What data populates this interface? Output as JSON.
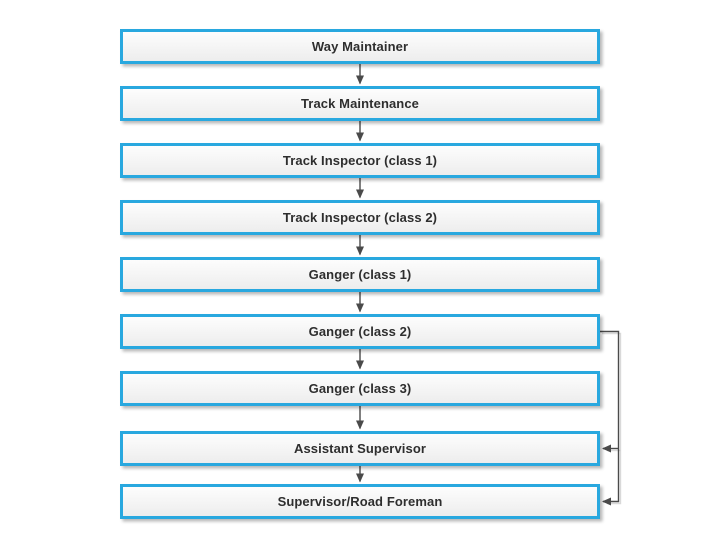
{
  "diagram": {
    "type": "flowchart",
    "direction": "top-down",
    "title": "",
    "nodes": [
      {
        "id": "way-maintainer",
        "label": "Way Maintainer"
      },
      {
        "id": "track-maintenance",
        "label": "Track Maintenance"
      },
      {
        "id": "track-inspector-class-1",
        "label": "Track Inspector (class 1)"
      },
      {
        "id": "track-inspector-class-2",
        "label": "Track Inspector (class 2)"
      },
      {
        "id": "ganger-class-1",
        "label": "Ganger (class 1)"
      },
      {
        "id": "ganger-class-2",
        "label": "Ganger (class 2)"
      },
      {
        "id": "ganger-class-3",
        "label": "Ganger (class 3)"
      },
      {
        "id": "assistant-supervisor",
        "label": "Assistant Supervisor"
      },
      {
        "id": "supervisor-road-foreman",
        "label": "Supervisor/Road Foreman"
      }
    ],
    "edges": [
      {
        "from": "way-maintainer",
        "to": "track-maintenance",
        "style": "straight-down-arrow"
      },
      {
        "from": "track-maintenance",
        "to": "track-inspector-class-1",
        "style": "straight-down-arrow"
      },
      {
        "from": "track-inspector-class-1",
        "to": "track-inspector-class-2",
        "style": "straight-down-arrow"
      },
      {
        "from": "track-inspector-class-2",
        "to": "ganger-class-1",
        "style": "straight-down-arrow"
      },
      {
        "from": "ganger-class-1",
        "to": "ganger-class-2",
        "style": "straight-down-arrow"
      },
      {
        "from": "ganger-class-2",
        "to": "ganger-class-3",
        "style": "straight-down-arrow"
      },
      {
        "from": "ganger-class-3",
        "to": "assistant-supervisor",
        "style": "straight-down-arrow"
      },
      {
        "from": "assistant-supervisor",
        "to": "supervisor-road-foreman",
        "style": "straight-down-arrow"
      },
      {
        "from": "ganger-class-2",
        "to": "assistant-supervisor",
        "style": "right-side-elbow-arrow"
      },
      {
        "from": "ganger-class-2",
        "to": "supervisor-road-foreman",
        "style": "right-side-elbow-arrow"
      }
    ]
  },
  "colors": {
    "node-border": "#29a8df",
    "node-fill-top": "#fdfdfd",
    "node-fill-bottom": "#ededed",
    "connector": "#4a4a4a",
    "node-text": "#2e2e2e",
    "background": "#ffffff"
  }
}
